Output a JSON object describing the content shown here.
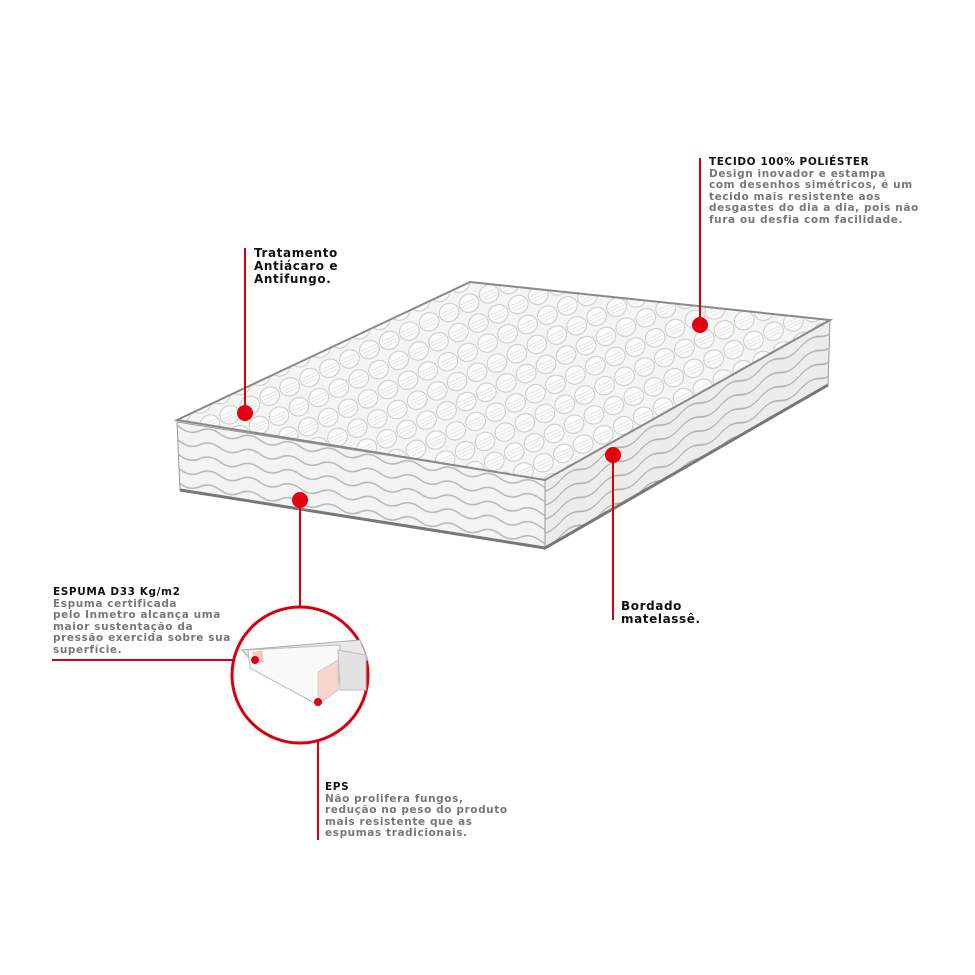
{
  "accent_color": "#e3000f",
  "callouts": {
    "tratamento": {
      "title": "Tratamento\nAntiácaro e\nAntifungo."
    },
    "tecido": {
      "title": "TECIDO 100% POLIÉSTER",
      "desc": "Design inovador e estampa\ncom desenhos simétricos, é um\ntecido mais resistente aos\ndesgastes do dia a dia, pois não\nfura ou desfia com facilidade."
    },
    "espuma": {
      "title": "ESPUMA D33 Kg/m2",
      "desc": "Espuma certificada\npelo Inmetro alcança uma\nmaior  sustentação da\npressão exercida sobre sua\nsuperfície."
    },
    "bordado": {
      "title": "Bordado\nmatelassê."
    },
    "eps": {
      "title": "EPS",
      "desc": "Não prolifera fungos,\nredução no peso do produto\nmais resistente que as\nespumas tradicionais."
    }
  }
}
